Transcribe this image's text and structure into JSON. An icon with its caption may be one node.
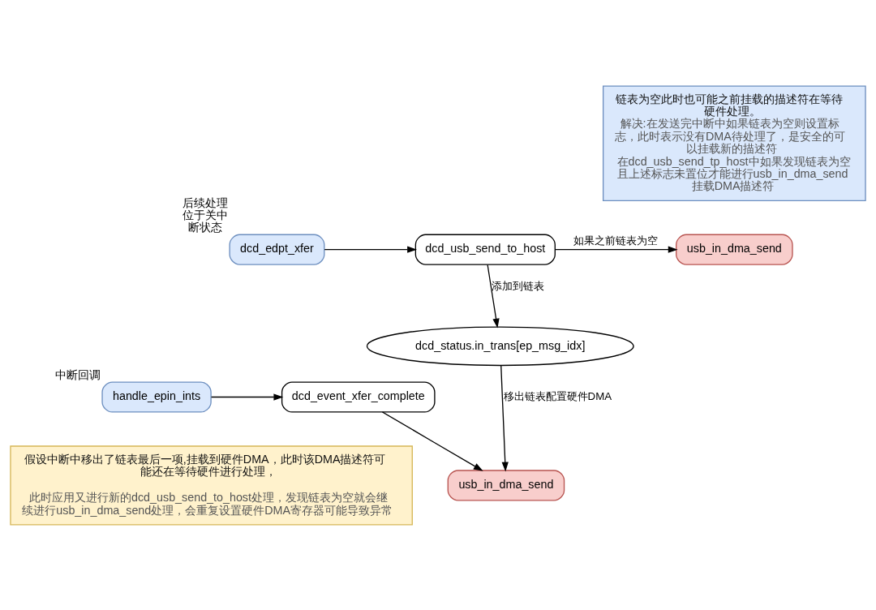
{
  "diagram": {
    "nodes": [
      {
        "text": [
          "dcd_edpt_xfer"
        ],
        "beside": [
          "后续处理位于关中断状态"
        ]
      },
      {
        "text": [
          "dcd_usb_send_to_host"
        ]
      },
      {
        "text": [
          "usb_in_dma_send"
        ]
      },
      {
        "text": [
          "dcd_status.in_trans[ep_msg_idx]"
        ]
      },
      {
        "text": [
          "handle_epin_ints"
        ],
        "beside": [
          "中断回调"
        ]
      },
      {
        "text": [
          "dcd_event_xfer_complete"
        ]
      },
      {
        "text": [
          "usb_in_dma_send"
        ]
      },
      {
        "text": [
          "链表为空此时也可能之前挂载的描述符在等待硬件处理。",
          "解决:在发送完中断中如果链表为空则设置标志，此时表示没有DMA待处理了，是安全的可以挂载新的描述符",
          "在dcd_usb_send_tp_host中如果发现链表为空且上述标志未置位才能进行usb_in_dma_send挂载DMA描述符"
        ]
      },
      {
        "text": [
          "假设中断中移出了链表最后一项,挂载到硬件DMA，此时该DMA描述符可能还在等待硬件进行处理，",
          "此时应用又进行新的dcd_usb_send_to_host处理，发现链表为空就会继续进行usb_in_dma_send处理，会重复设置硬件DMA寄存器可能导致异常"
        ]
      }
    ],
    "edges": [
      {
        "from": 0,
        "to": 1,
        "arrow": "to"
      },
      {
        "from": 1,
        "to": 2,
        "arrow": "to",
        "label": "如果之前链表为空"
      },
      {
        "from": 1,
        "to": 3,
        "arrow": "to",
        "label": "添加到链表"
      },
      {
        "from": 4,
        "to": 5,
        "arrow": "to"
      },
      {
        "from": 5,
        "to": 6,
        "arrow": "to"
      },
      {
        "from": 3,
        "to": 6,
        "arrow": "to",
        "label": "移出链表配置硬件DMA"
      }
    ]
  }
}
